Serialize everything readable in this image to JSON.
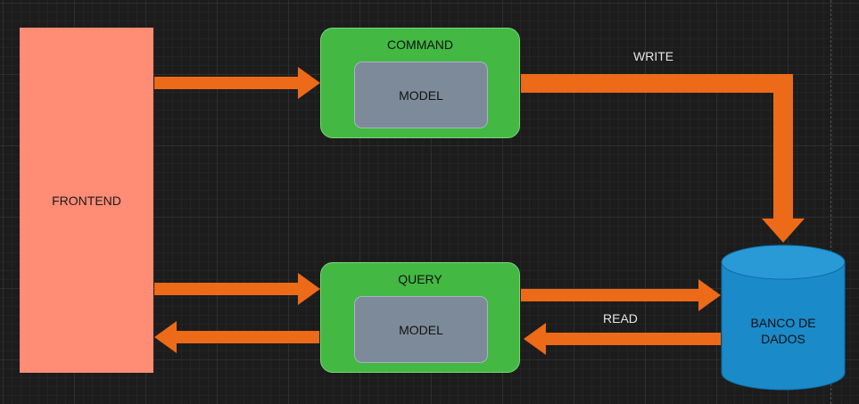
{
  "diagram": {
    "frontend": {
      "label": "FRONTEND"
    },
    "command": {
      "title": "COMMAND",
      "model_label": "MODEL"
    },
    "query": {
      "title": "QUERY",
      "model_label": "MODEL"
    },
    "database": {
      "label_line1": "BANCO DE",
      "label_line2": "DADOS"
    },
    "edges": {
      "write_label": "WRITE",
      "read_label": "READ"
    },
    "colors": {
      "background": "#1c1c1c",
      "frontend": "#ff8c75",
      "service_box": "#43b843",
      "model_box": "#7d8a99",
      "database": "#1a8ac9",
      "arrow": "#ec6a18"
    }
  }
}
